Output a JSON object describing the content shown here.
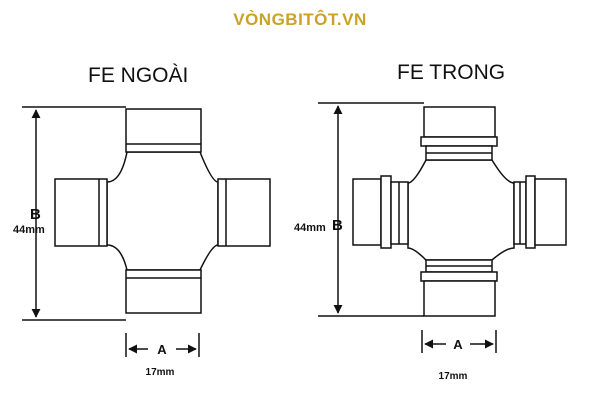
{
  "brand": {
    "text": "VÒNGBITÔT.VN",
    "color": "#c9a227"
  },
  "diagrams": [
    {
      "id": "left",
      "title": "FE NGOÀI",
      "dimensions": {
        "height_letter": "B",
        "height_value": "44mm",
        "width_letter": "A",
        "width_value": "17mm"
      }
    },
    {
      "id": "right",
      "title": "FE TRONG",
      "dimensions": {
        "height_letter": "B",
        "height_value": "44mm",
        "width_letter": "A",
        "width_value": "17mm"
      }
    }
  ],
  "colors": {
    "stroke": "#111111",
    "fill": "#ffffff",
    "brand": "#c9a227"
  }
}
